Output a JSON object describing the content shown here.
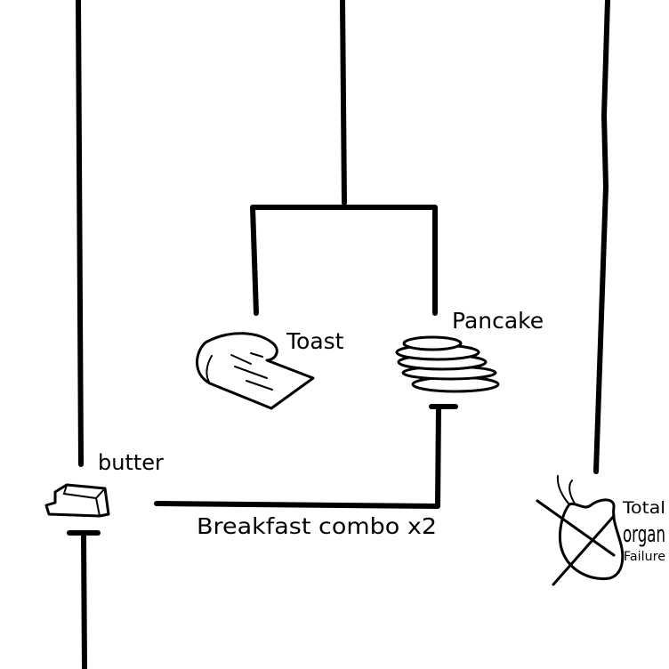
{
  "labels": {
    "toast": "Toast",
    "pancake": "Pancake",
    "butter": "butter",
    "combo": "Breakfast combo x2",
    "organ_line1": "Total",
    "organ_line2": "organ",
    "organ_line3": "Failure"
  },
  "icons": {
    "toast": "toast-icon",
    "pancake": "pancake-stack-icon",
    "butter": "butter-icon",
    "organ": "crossed-out-organ-icon"
  },
  "colors": {
    "ink": "#000000",
    "background": "#ffffff"
  }
}
